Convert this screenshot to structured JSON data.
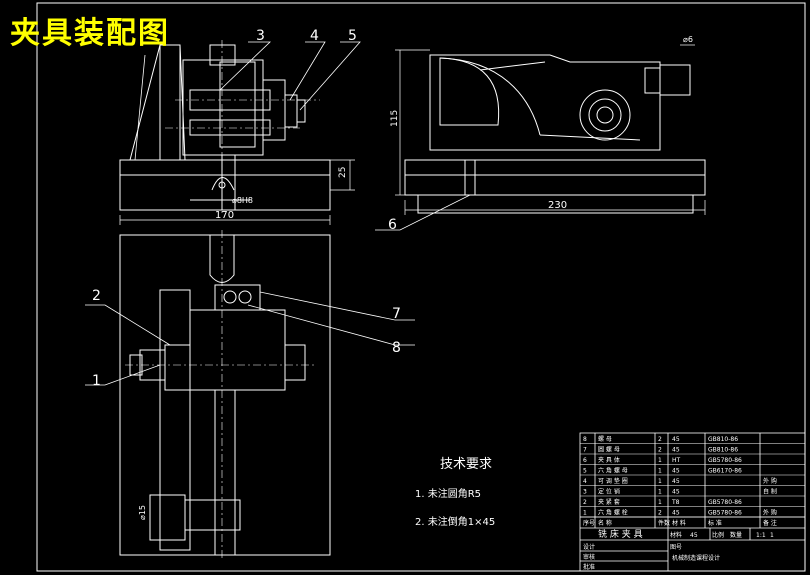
{
  "title": "夹具装配图",
  "callouts": [
    "1",
    "2",
    "3",
    "4",
    "5",
    "6",
    "7",
    "8"
  ],
  "dimensions": {
    "front_height": "25",
    "front_width": "170",
    "hole_dia": "⌀8H8",
    "side_height": "115",
    "side_width": "230",
    "side_small": "⌀6",
    "plan_small": "⌀15"
  },
  "tech_requirements": {
    "heading": "技术要求",
    "items": [
      "1. 未注圆角R5",
      "2. 未注倒角1×45"
    ]
  },
  "bom": {
    "rows": [
      [
        "8",
        "螺 母",
        "2",
        "45",
        "GB810-86",
        ""
      ],
      [
        "7",
        "圆 螺 母",
        "2",
        "45",
        "GB810-86",
        ""
      ],
      [
        "6",
        "夹 具 体",
        "1",
        "HT",
        "GB5780-86",
        ""
      ],
      [
        "5",
        "六 角 螺 母",
        "1",
        "45",
        "GB6170-86",
        ""
      ],
      [
        "4",
        "可 调 垫 圈",
        "1",
        "45",
        "",
        "外 购"
      ],
      [
        "3",
        "定 位 销",
        "1",
        "45",
        "",
        "自 制"
      ],
      [
        "2",
        "夹 紧 套",
        "1",
        "T8",
        "GB5780-86",
        ""
      ],
      [
        "1",
        "六 角 螺 栓",
        "2",
        "45",
        "GB5780-86",
        "外 购"
      ]
    ],
    "header": [
      "序号",
      "名 称",
      "件数",
      "材 料",
      "标 准",
      "备 注"
    ],
    "name": "铣 床 夹 具",
    "scale_label": "比例",
    "scale": "1:1",
    "material_label": "材料",
    "material": "45",
    "qty_label": "数量",
    "qty": "1",
    "sheet_label": "图号",
    "design_label": "设计",
    "check_label": "审核",
    "approve_label": "批准",
    "school": "机械制造课程设计"
  }
}
